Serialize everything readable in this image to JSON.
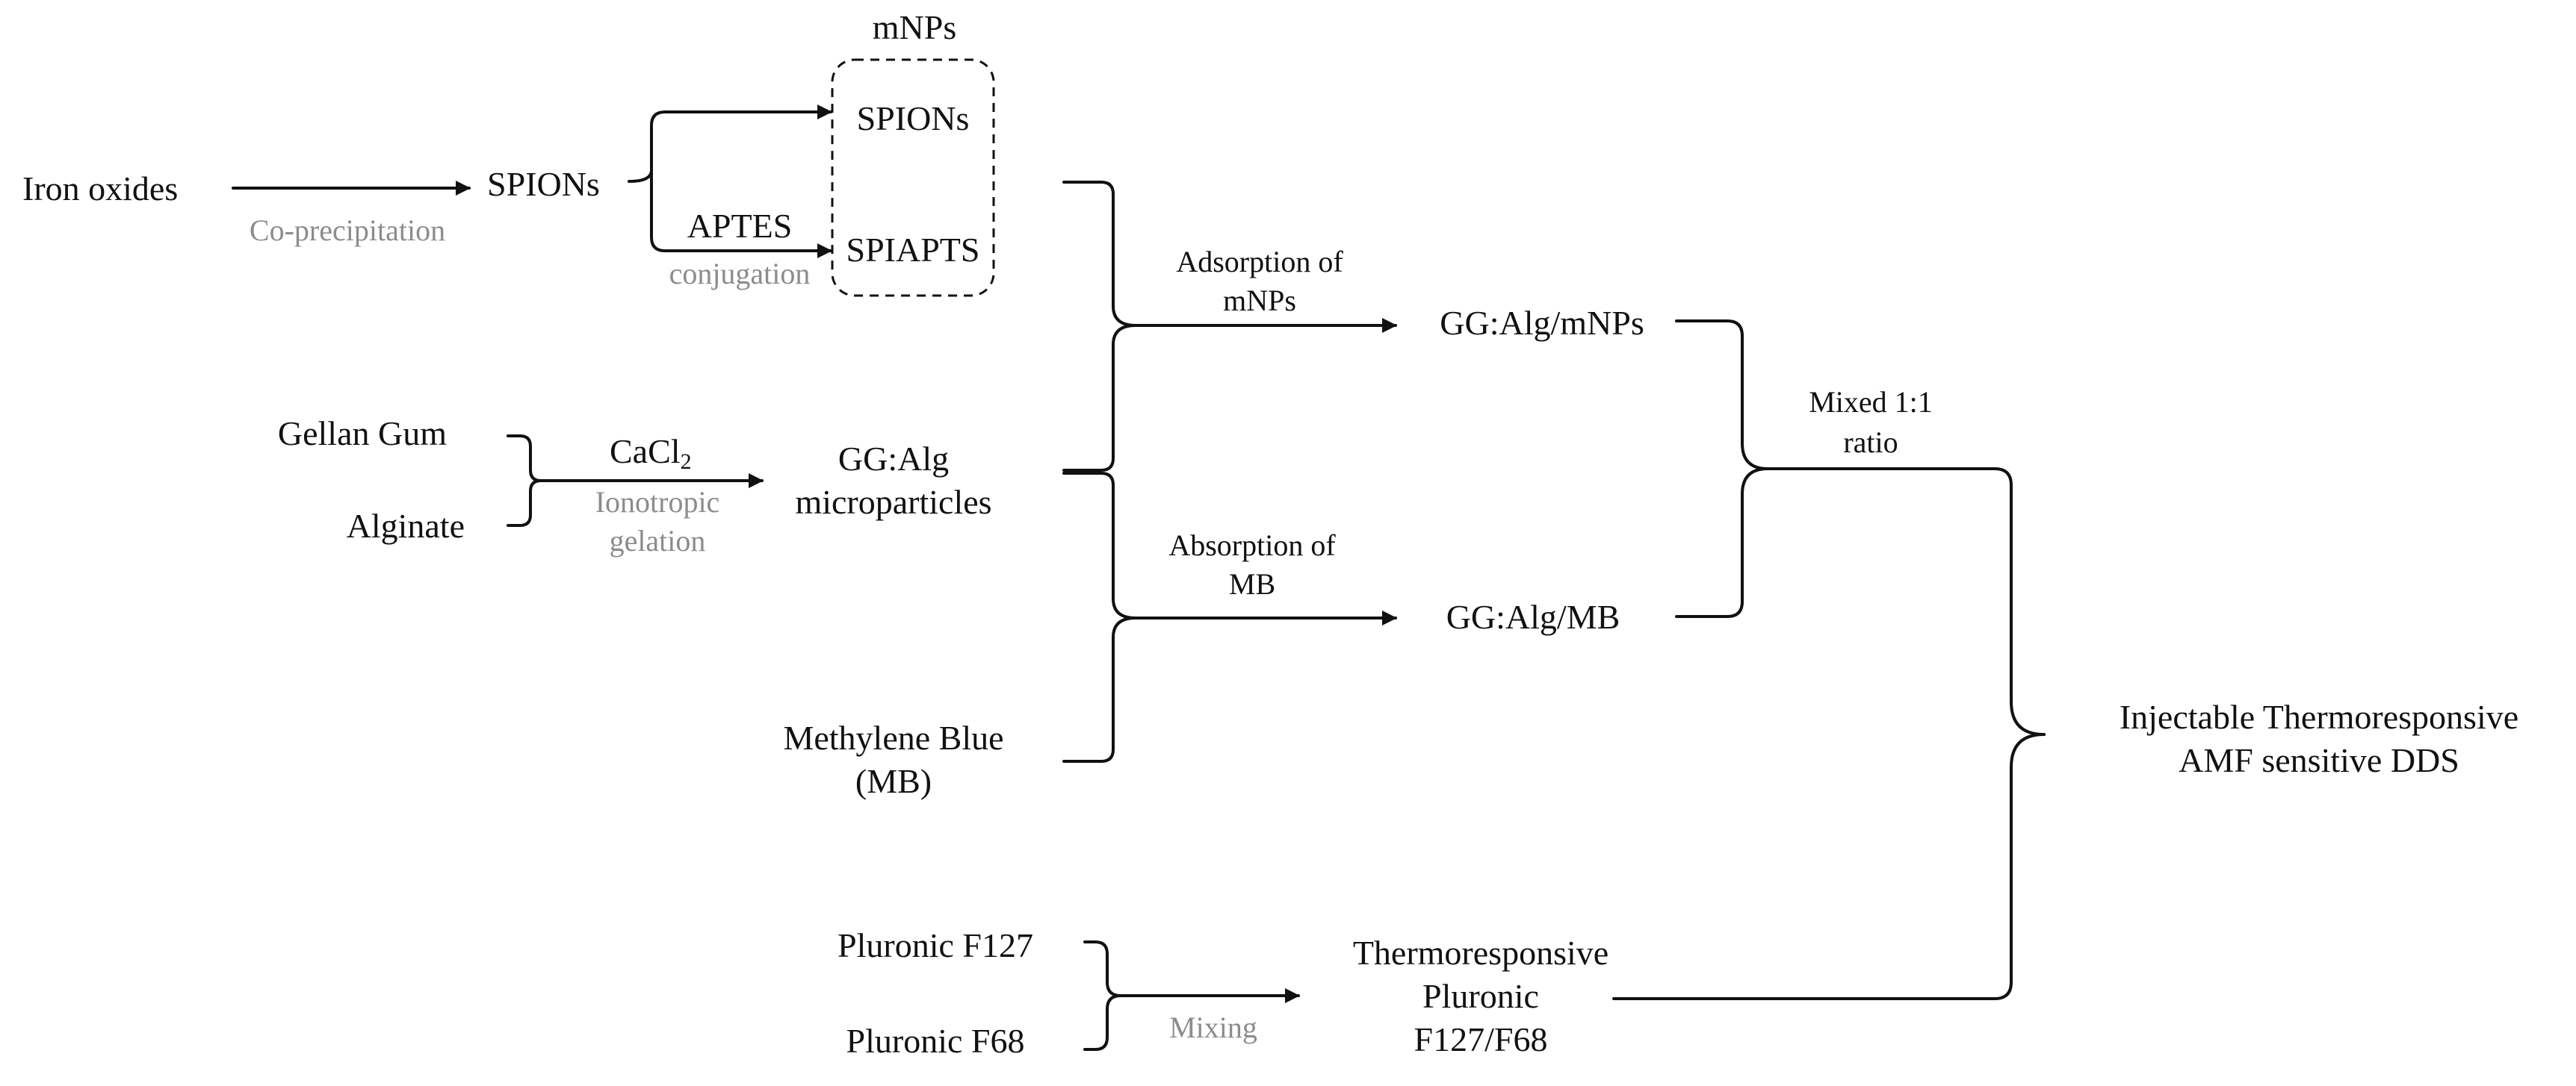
{
  "nodes": {
    "iron_oxides": "Iron oxides",
    "spions_1": "SPIONs",
    "mnps_title": "mNPs",
    "spions_2": "SPIONs",
    "spiapts": "SPIAPTS",
    "gellan_gum": "Gellan Gum",
    "alginate": "Alginate",
    "ggalg_line1": "GG:Alg",
    "ggalg_line2": "microparticles",
    "methylene_line1": "Methylene Blue",
    "methylene_line2": "(MB)",
    "ggalg_mnps": "GG:Alg/mNPs",
    "ggalg_mb": "GG:Alg/MB",
    "pluronic_f127": "Pluronic F127",
    "pluronic_f68": "Pluronic F68",
    "thermo_line1": "Thermoresponsive",
    "thermo_line2": "Pluronic",
    "thermo_line3": "F127/F68",
    "final_line1": "Injectable Thermoresponsive",
    "final_line2": "AMF sensitive DDS"
  },
  "edge_labels": {
    "coprecipitation": "Co-precipitation",
    "aptes": "APTES",
    "conjugation": "conjugation",
    "cacl_base": "CaCl",
    "cacl_sub": "2",
    "ionotropic_line1": "Ionotropic",
    "ionotropic_line2": "gelation",
    "adsorption_line1": "Adsorption of",
    "adsorption_line2": "mNPs",
    "absorption_line1": "Absorption of",
    "absorption_line2": "MB",
    "mixed_line1": "Mixed 1:1",
    "mixed_line2": "ratio",
    "mixing": "Mixing"
  },
  "colors": {
    "line": "#111111",
    "process_label": "#8c8c8c"
  }
}
